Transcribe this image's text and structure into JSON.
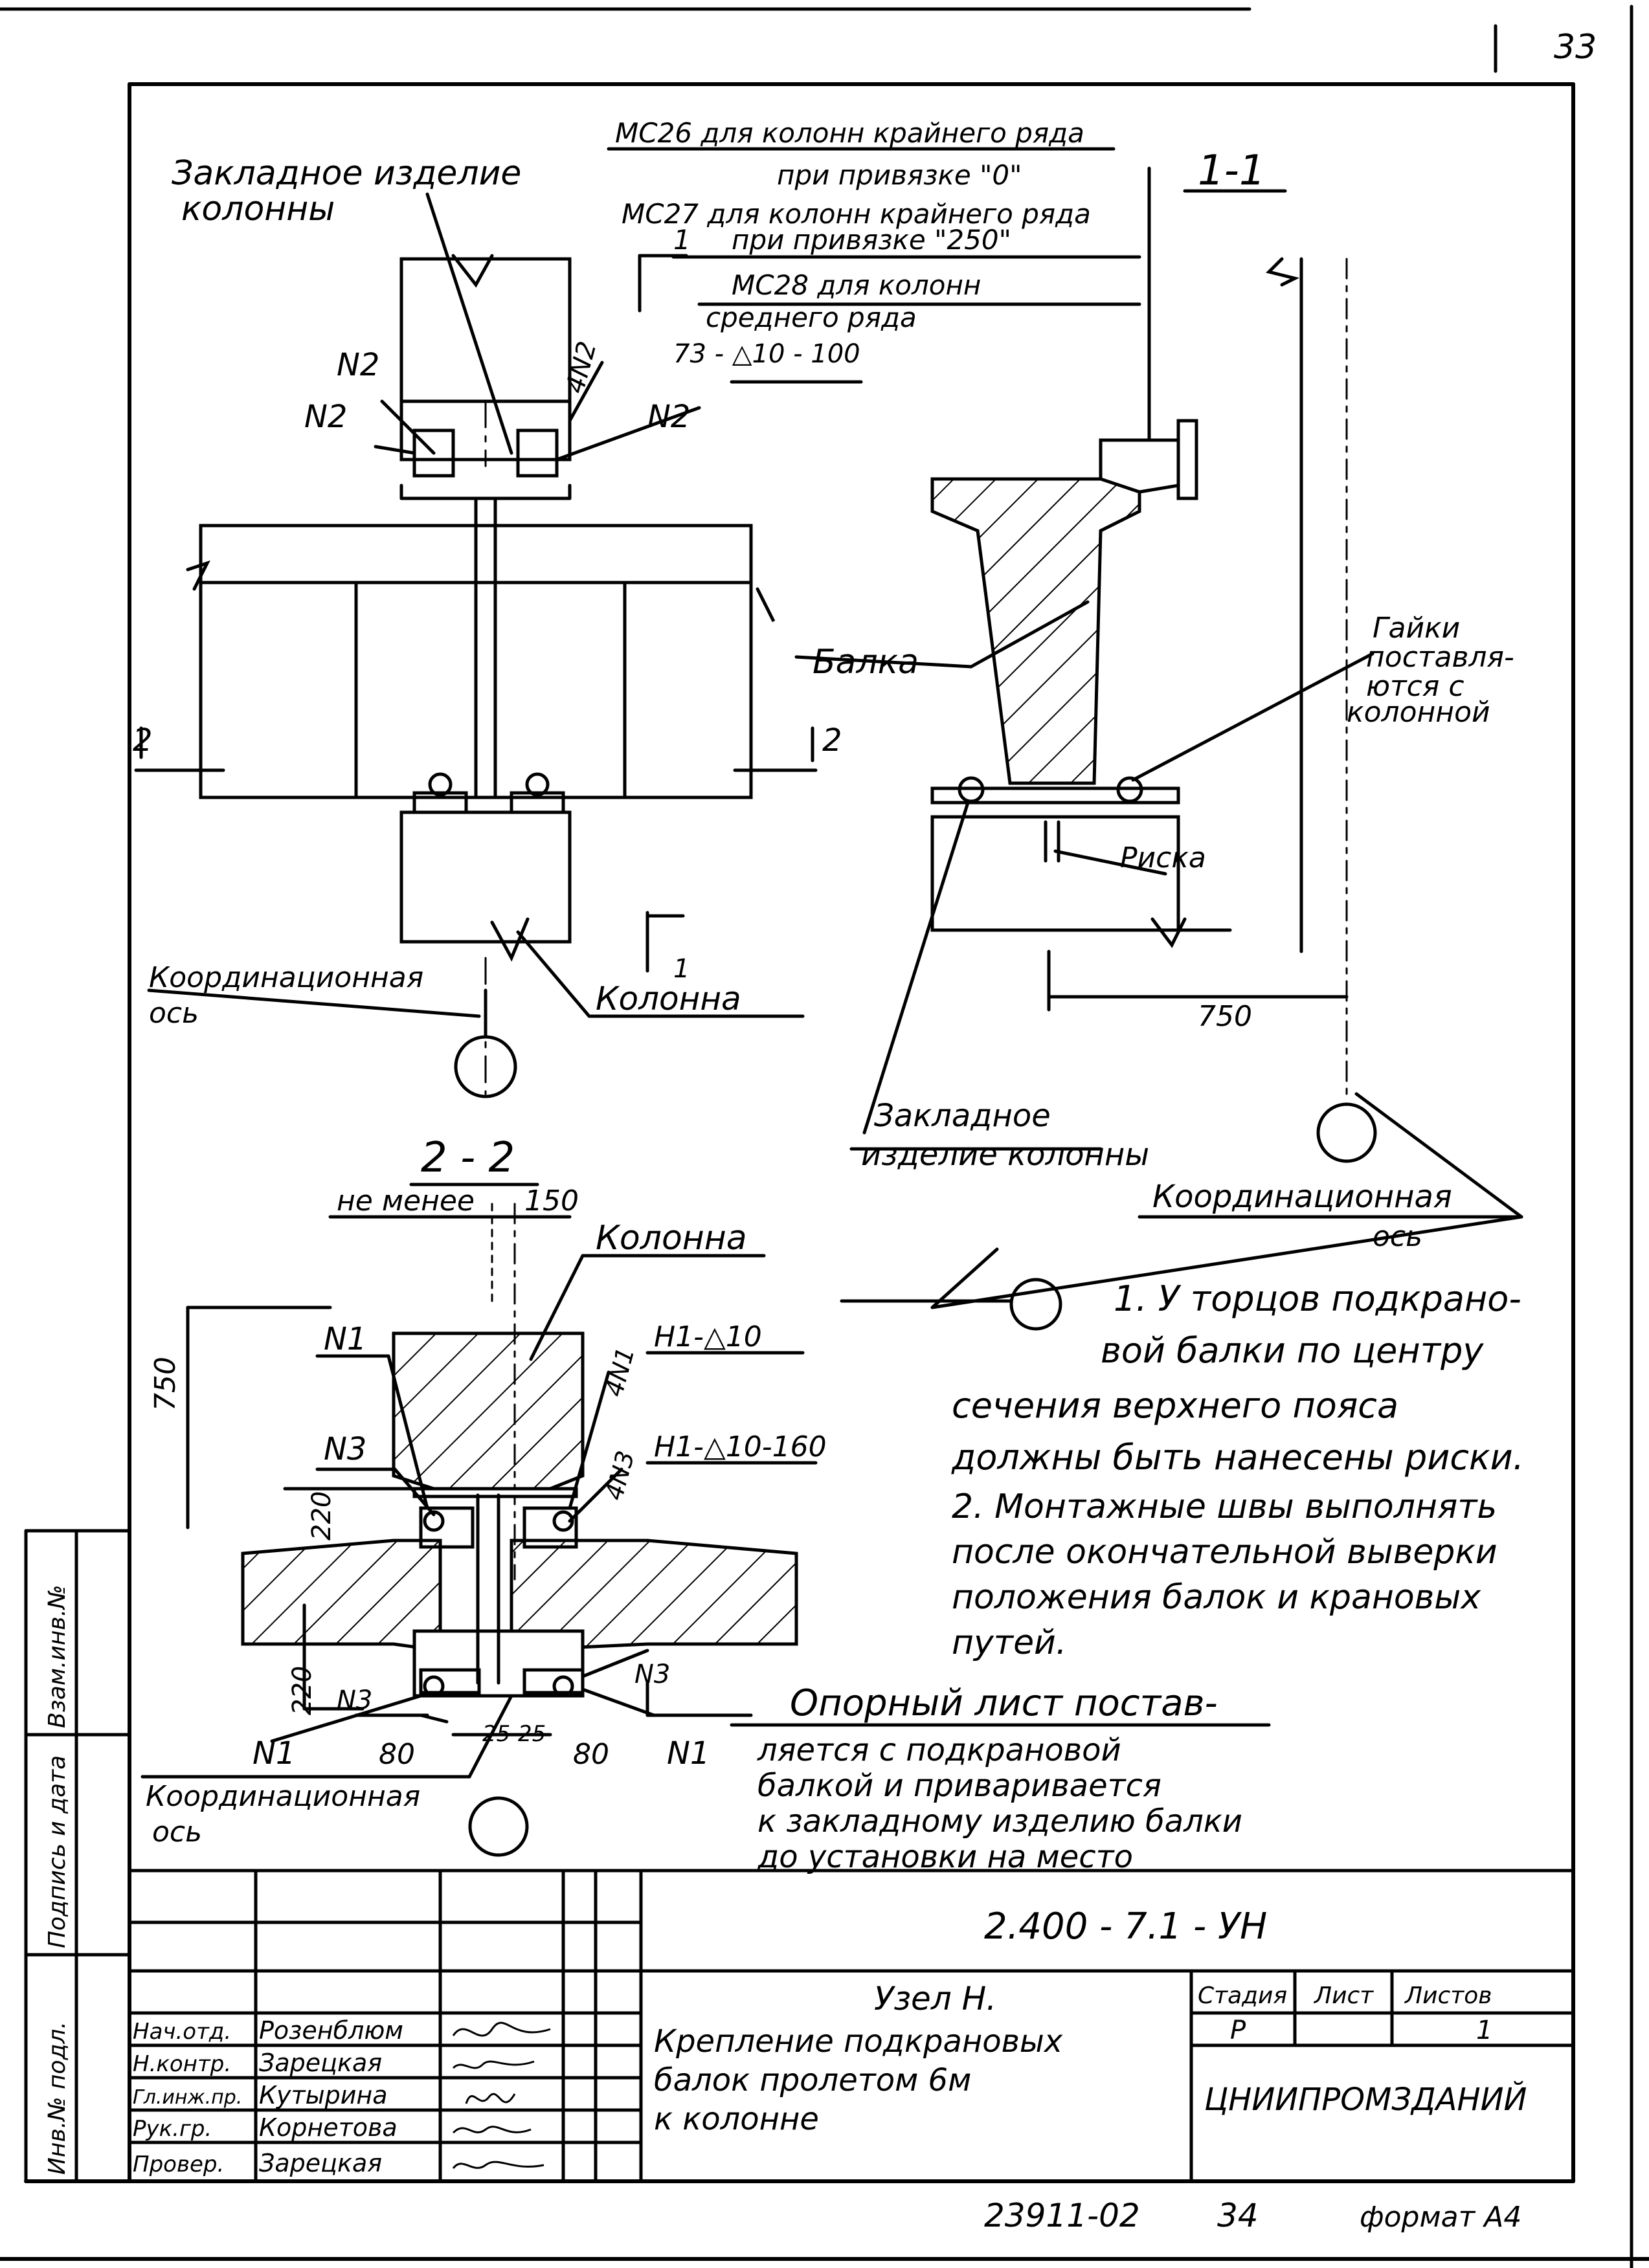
{
  "sheet": {
    "page_number": "33",
    "doc_code": "2.400 - 7.1 - УН",
    "footer_code": "23911-02",
    "footer_num": "34",
    "format": "формат А4"
  },
  "section_1_1": {
    "title": "1-1",
    "mc26_a": "МС26 для колонн крайнего ряда",
    "mc26_b": "при привязке \"0\"",
    "mc27_a": "МС27 для колонн крайнего ряда",
    "mc27_b": "при привязке \"250\"",
    "mc28_a": "МС28 для колонн",
    "mc28_b": "среднего ряда",
    "beam": "Балка",
    "nuts_1": "Гайки",
    "nuts_2": "поставля-",
    "nuts_3": "ются с",
    "nuts_4": "колонной",
    "mark": "Риска",
    "dim_750": "750",
    "embed_1": "Закладное",
    "embed_2": "изделие колонны",
    "axis_1": "Координационная",
    "axis_2": "ось"
  },
  "elevation": {
    "embed_1": "Закладное изделие",
    "embed_2": "колонны",
    "n2a": "N2",
    "n2b": "N2",
    "n2c": "N2",
    "weld_4n2": "4N2",
    "weld_spec": "73 - △10 - 100",
    "cut_1": "1",
    "cut_2": "2",
    "column": "Колонна",
    "axis_1": "Координационная",
    "axis_2": "ось"
  },
  "section_2_2": {
    "title": "2 - 2",
    "not_less": "не менее",
    "dim_150": "150",
    "column": "Колонна",
    "n1a": "N1",
    "n1b": "N1",
    "n1c": "N1",
    "n3a": "N3",
    "n3b": "N3",
    "n3c": "N3",
    "weld_4n1": "4N1",
    "weld_n1": "Н1-△10",
    "weld_4n3": "4N3",
    "weld_n3": "Н1-△10-160",
    "dim_750": "750",
    "dim_220a": "220",
    "dim_220b": "220",
    "dim_80a": "80",
    "dim_80b": "80",
    "dim_25a": "25",
    "dim_25b": "25",
    "axis_1": "Координационная",
    "axis_2": "ось"
  },
  "notes": {
    "note1_a": "1. У торцов подкрано-",
    "note1_b": "вой балки по центру",
    "note1_c": "сечения верхнего пояса",
    "note1_d": "должны быть нанесены риски.",
    "note2_a": "2. Монтажные швы выполнять",
    "note2_b": "после окончательной выверки",
    "note2_c": "положения балок и крановых",
    "note2_d": "путей.",
    "support_a": "Опорный лист постав-",
    "support_b": "ляется с подкрановой",
    "support_c": "балкой и приваривается",
    "support_d": "к закладному изделию балки",
    "support_e": "до установки на место"
  },
  "title_block": {
    "node_title": "Узел Н.",
    "desc_1": "Крепление подкрановых",
    "desc_2": "балок пролетом 6м",
    "desc_3": "к колонне",
    "stage_h": "Стадия",
    "sheet_h": "Лист",
    "sheets_h": "Листов",
    "stage_v": "Р",
    "sheets_v": "1",
    "org": "ЦНИИПРОМЗДАНИЙ",
    "rows": [
      {
        "role": "Нач.отд.",
        "name": "Розенблюм"
      },
      {
        "role": "Н.контр.",
        "name": "Зарецкая"
      },
      {
        "role": "Гл.инж.пр.",
        "name": "Кутырина"
      },
      {
        "role": "Рук.гр.",
        "name": "Корнетова"
      },
      {
        "role": "Провер.",
        "name": "Зарецкая"
      }
    ]
  },
  "side_strip": {
    "inv_orig": "Инв.№ подл.",
    "sign_date": "Подпись и дата",
    "inv_dup": "Взам.инв.№"
  }
}
